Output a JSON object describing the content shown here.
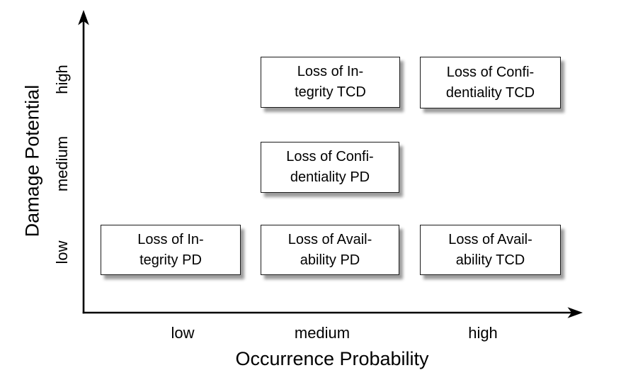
{
  "axes": {
    "x": {
      "label": "Occurrence Probability",
      "ticks": [
        "low",
        "medium",
        "high"
      ]
    },
    "y": {
      "label": "Damage Potential",
      "ticks": [
        "low",
        "medium",
        "high"
      ]
    }
  },
  "boxes": [
    {
      "id": "loss-of-integrity-tcd",
      "x": "medium",
      "y": "high",
      "label": "Loss of In-\ntegrity TCD"
    },
    {
      "id": "loss-of-confidentiality-tcd",
      "x": "high",
      "y": "high",
      "label": "Loss of Confi-\ndentiality TCD"
    },
    {
      "id": "loss-of-confidentiality-pd",
      "x": "medium",
      "y": "medium",
      "label": "Loss of Confi-\ndentiality PD"
    },
    {
      "id": "loss-of-integrity-pd",
      "x": "low",
      "y": "low",
      "label": "Loss of In-\ntegrity PD"
    },
    {
      "id": "loss-of-availability-pd",
      "x": "medium",
      "y": "low",
      "label": "Loss of Avail-\nability PD"
    },
    {
      "id": "loss-of-availability-tcd",
      "x": "high",
      "y": "low",
      "label": "Loss of Avail-\nability TCD"
    }
  ],
  "colors": {
    "text": "#000000",
    "box_border": "#1b1b1b",
    "box_fill": "#ffffff",
    "box_shadow": "#9c9c9c",
    "axis": "#000000",
    "background": "#ffffff"
  },
  "chart_data": {
    "type": "scatter",
    "title": "",
    "xlabel": "Occurrence Probability",
    "ylabel": "Damage Potential",
    "x_categories": [
      "low",
      "medium",
      "high"
    ],
    "y_categories": [
      "low",
      "medium",
      "high"
    ],
    "grid": false,
    "legend": false,
    "points": [
      {
        "label": "Loss of Integrity TCD",
        "x": "medium",
        "y": "high"
      },
      {
        "label": "Loss of Confidentiality TCD",
        "x": "high",
        "y": "high"
      },
      {
        "label": "Loss of Confidentiality PD",
        "x": "medium",
        "y": "medium"
      },
      {
        "label": "Loss of Integrity PD",
        "x": "low",
        "y": "low"
      },
      {
        "label": "Loss of Availability PD",
        "x": "medium",
        "y": "low"
      },
      {
        "label": "Loss of Availability TCD",
        "x": "high",
        "y": "low"
      }
    ]
  }
}
